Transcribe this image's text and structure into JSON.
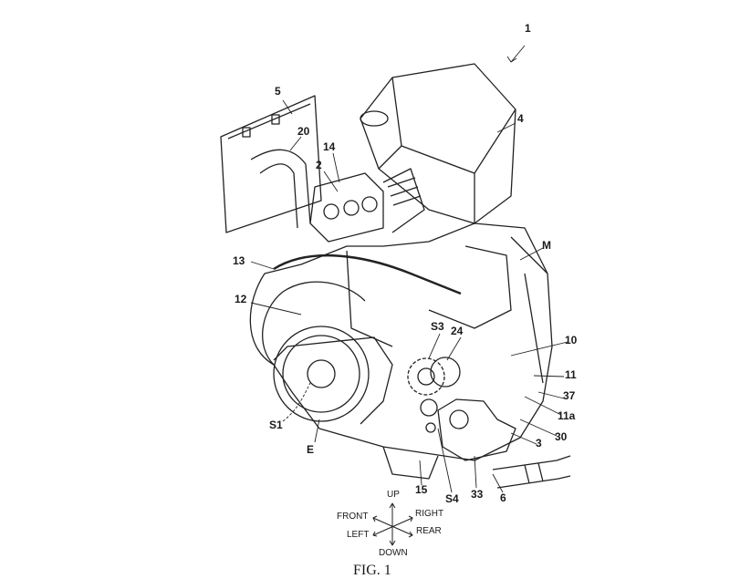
{
  "figure": {
    "caption": "FIG. 1",
    "reference_labels": {
      "r1": "1",
      "r5": "5",
      "r20": "20",
      "r14": "14",
      "r2": "2",
      "r4": "4",
      "r13": "13",
      "rM": "M",
      "r12": "12",
      "rS3": "S3",
      "r24": "24",
      "r10": "10",
      "r11": "11",
      "r37": "37",
      "r11a": "11a",
      "r30": "30",
      "r3": "3",
      "rS1": "S1",
      "rE": "E",
      "r15": "15",
      "rS4": "S4",
      "r33": "33",
      "r6": "6"
    },
    "direction_indicator": {
      "up": "UP",
      "down": "DOWN",
      "front": "FRONT",
      "rear": "REAR",
      "left": "LEFT",
      "right": "RIGHT"
    }
  }
}
